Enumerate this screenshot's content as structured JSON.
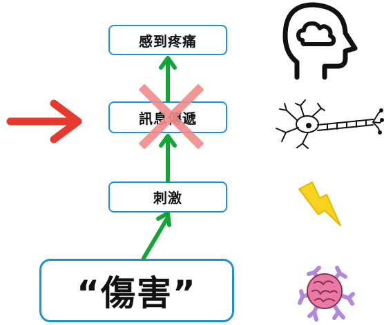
{
  "diagram": {
    "steps": {
      "pain": "感到疼痛",
      "transmission": "訊息傳遞",
      "stimulus": "刺激",
      "damage": "“傷害”"
    }
  },
  "colors": {
    "box_border": "#1e90d6",
    "arrow_green": "#13a538",
    "block_arrow": "#e63a2e",
    "cross": "#f08a8a",
    "lightning_fill": "#f7d21e",
    "brain_pink": "#e87aa3",
    "receptor_purple": "#b08ad8"
  },
  "icons": {
    "head": "head-cloud-icon",
    "neuron": "neuron-icon",
    "lightning": "lightning-bolt-icon",
    "damaged_cell": "damaged-cell-icon",
    "block": "red-arrow-icon",
    "cross": "cross-icon"
  }
}
